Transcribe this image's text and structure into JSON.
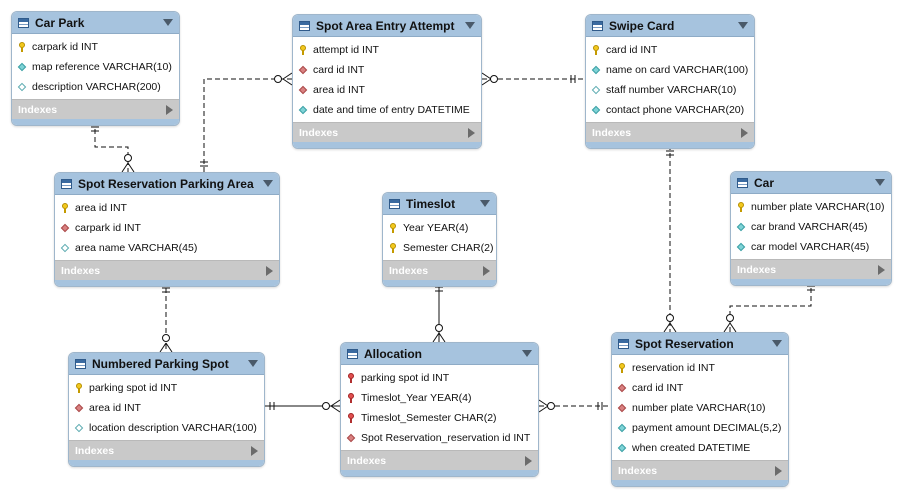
{
  "tables": {
    "car_park": {
      "title": "Car Park",
      "columns": [
        {
          "label": "carpark id INT",
          "kind": "pk"
        },
        {
          "label": "map reference VARCHAR(10)",
          "kind": "nn"
        },
        {
          "label": "description VARCHAR(200)",
          "kind": "col"
        }
      ],
      "footer": "Indexes"
    },
    "spot_area_entry_attempt": {
      "title": "Spot Area Entry Attempt",
      "columns": [
        {
          "label": "attempt id INT",
          "kind": "pk"
        },
        {
          "label": "card id INT",
          "kind": "fk"
        },
        {
          "label": "area id INT",
          "kind": "fk"
        },
        {
          "label": "date and time of entry DATETIME",
          "kind": "nn"
        }
      ],
      "footer": "Indexes"
    },
    "swipe_card": {
      "title": "Swipe Card",
      "columns": [
        {
          "label": "card id INT",
          "kind": "pk"
        },
        {
          "label": "name on card VARCHAR(100)",
          "kind": "nn"
        },
        {
          "label": "staff number VARCHAR(10)",
          "kind": "col"
        },
        {
          "label": "contact phone VARCHAR(20)",
          "kind": "nn"
        }
      ],
      "footer": "Indexes"
    },
    "spot_reservation_parking_area": {
      "title": "Spot Reservation Parking Area",
      "columns": [
        {
          "label": "area id INT",
          "kind": "pk"
        },
        {
          "label": "carpark id INT",
          "kind": "fk"
        },
        {
          "label": "area name VARCHAR(45)",
          "kind": "col"
        }
      ],
      "footer": "Indexes"
    },
    "timeslot": {
      "title": "Timeslot",
      "columns": [
        {
          "label": "Year YEAR(4)",
          "kind": "pk"
        },
        {
          "label": "Semester CHAR(2)",
          "kind": "pk"
        }
      ],
      "footer": "Indexes"
    },
    "car": {
      "title": "Car",
      "columns": [
        {
          "label": "number plate VARCHAR(10)",
          "kind": "pk"
        },
        {
          "label": "car brand VARCHAR(45)",
          "kind": "nn"
        },
        {
          "label": "car model VARCHAR(45)",
          "kind": "nn"
        }
      ],
      "footer": "Indexes"
    },
    "numbered_parking_spot": {
      "title": "Numbered Parking Spot",
      "columns": [
        {
          "label": "parking spot id INT",
          "kind": "pk"
        },
        {
          "label": "area id INT",
          "kind": "fk"
        },
        {
          "label": "location description VARCHAR(100)",
          "kind": "col"
        }
      ],
      "footer": "Indexes"
    },
    "allocation": {
      "title": "Allocation",
      "columns": [
        {
          "label": "parking spot id INT",
          "kind": "pfk"
        },
        {
          "label": "Timeslot_Year YEAR(4)",
          "kind": "pfk"
        },
        {
          "label": "Timeslot_Semester CHAR(2)",
          "kind": "pfk"
        },
        {
          "label": "Spot Reservation_reservation id INT",
          "kind": "fk"
        }
      ],
      "footer": "Indexes"
    },
    "spot_reservation": {
      "title": "Spot Reservation",
      "columns": [
        {
          "label": "reservation id INT",
          "kind": "pk"
        },
        {
          "label": "card id INT",
          "kind": "fk"
        },
        {
          "label": "number plate VARCHAR(10)",
          "kind": "fk"
        },
        {
          "label": "payment amount DECIMAL(5,2)",
          "kind": "nn"
        },
        {
          "label": "when created DATETIME",
          "kind": "nn"
        }
      ],
      "footer": "Indexes"
    }
  },
  "relationships": [
    {
      "from": "car_park",
      "to": "spot_reservation_parking_area",
      "from_end": "one",
      "to_end": "zero-or-many"
    },
    {
      "from": "spot_reservation_parking_area",
      "to": "spot_area_entry_attempt",
      "from_end": "one",
      "to_end": "zero-or-many"
    },
    {
      "from": "swipe_card",
      "to": "spot_area_entry_attempt",
      "from_end": "one",
      "to_end": "zero-or-many"
    },
    {
      "from": "spot_reservation_parking_area",
      "to": "numbered_parking_spot",
      "from_end": "one",
      "to_end": "zero-or-many"
    },
    {
      "from": "timeslot",
      "to": "allocation",
      "from_end": "one",
      "to_end": "zero-or-many"
    },
    {
      "from": "numbered_parking_spot",
      "to": "allocation",
      "from_end": "one",
      "to_end": "zero-or-many"
    },
    {
      "from": "spot_reservation",
      "to": "allocation",
      "from_end": "one",
      "to_end": "zero-or-many"
    },
    {
      "from": "swipe_card",
      "to": "spot_reservation",
      "from_end": "one",
      "to_end": "zero-or-many"
    },
    {
      "from": "car",
      "to": "spot_reservation",
      "from_end": "one",
      "to_end": "zero-or-many"
    }
  ]
}
